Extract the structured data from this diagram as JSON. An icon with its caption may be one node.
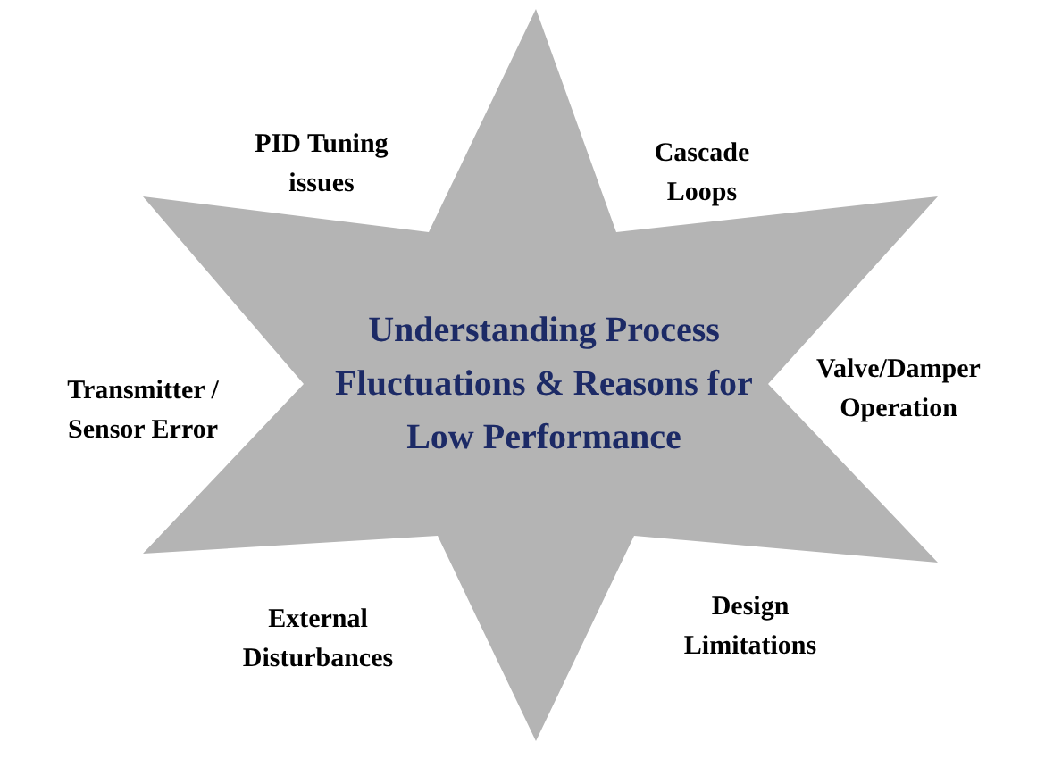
{
  "diagram": {
    "nodes": [
      {
        "text": [
          "Understanding Process Fluctuations & Reasons for Low Performance"
        ]
      }
    ],
    "labels": [
      "PID Tuning issues",
      "Cascade Loops",
      "Transmitter / Sensor Error",
      "Valve/Damper Operation",
      "External Disturbances",
      "Design Limitations"
    ]
  }
}
